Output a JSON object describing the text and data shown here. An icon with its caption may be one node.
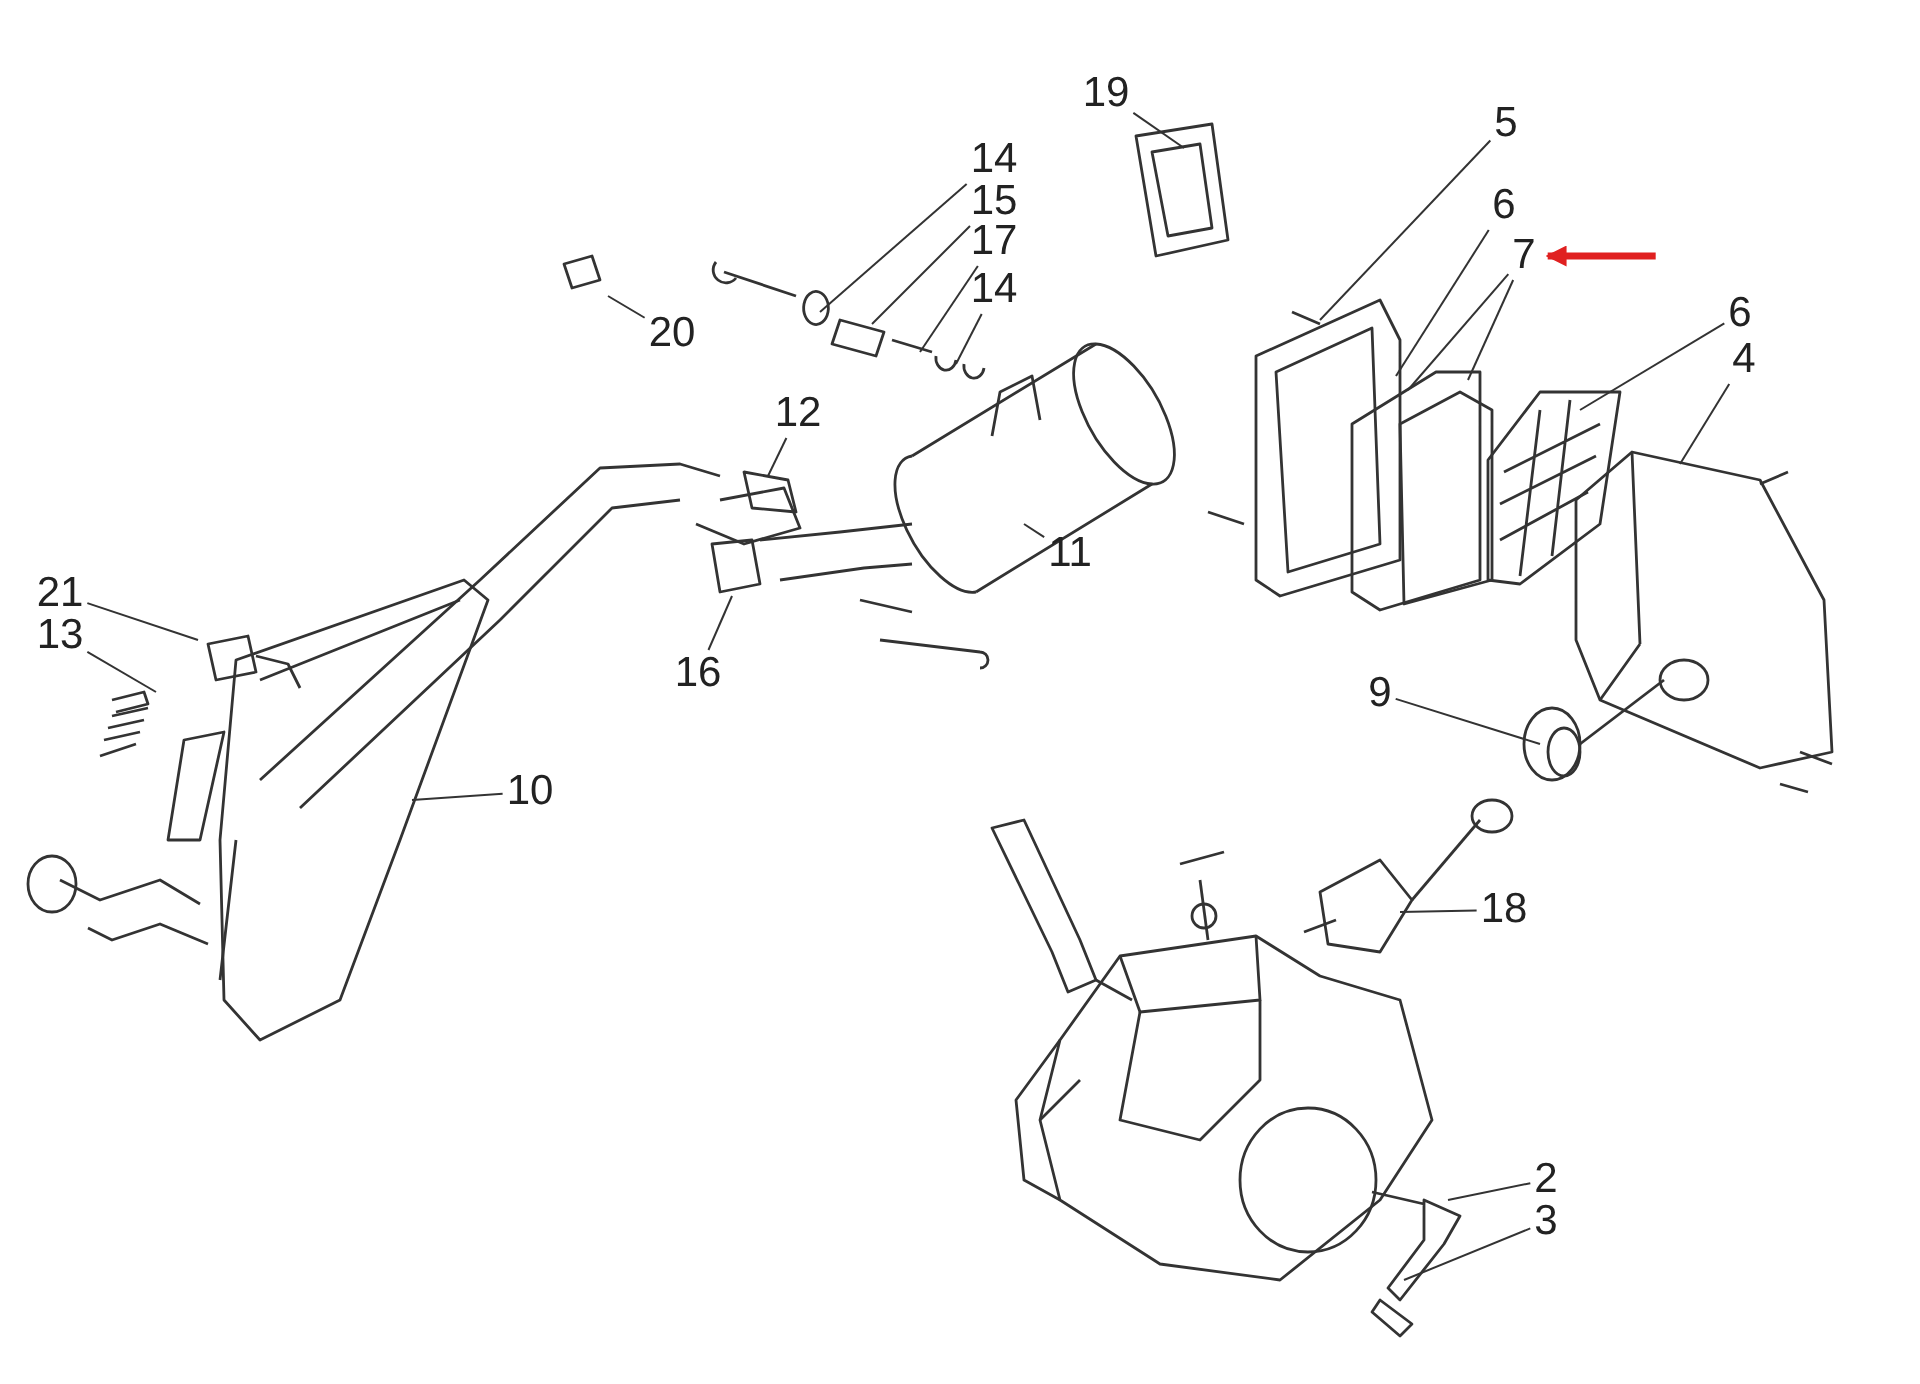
{
  "diagram": {
    "nodes": [
      {
        "text": [
          "19"
        ]
      },
      {
        "text": [
          "5"
        ]
      },
      {
        "text": [
          "6"
        ]
      },
      {
        "text": [
          "7"
        ]
      },
      {
        "text": [
          "6"
        ]
      },
      {
        "text": [
          "4"
        ]
      },
      {
        "text": [
          "9"
        ]
      },
      {
        "text": [
          "18"
        ]
      },
      {
        "text": [
          "2"
        ]
      },
      {
        "text": [
          "3"
        ]
      },
      {
        "text": [
          "14"
        ]
      },
      {
        "text": [
          "15"
        ]
      },
      {
        "text": [
          "17"
        ]
      },
      {
        "text": [
          "14"
        ]
      },
      {
        "text": [
          "20"
        ]
      },
      {
        "text": [
          "12"
        ]
      },
      {
        "text": [
          "11"
        ]
      },
      {
        "text": [
          "16"
        ]
      },
      {
        "text": [
          "21"
        ]
      },
      {
        "text": [
          "13"
        ]
      },
      {
        "text": [
          "10"
        ]
      }
    ],
    "edges": [
      {
        "from": 0,
        "to": null,
        "arrow": "none"
      },
      {
        "from": 1,
        "to": null,
        "arrow": "none"
      },
      {
        "from": 2,
        "to": null,
        "arrow": "none"
      },
      {
        "from": 3,
        "to": null,
        "arrow": "none"
      },
      {
        "from": 3,
        "to": null,
        "arrow": "none"
      },
      {
        "from": 4,
        "to": null,
        "arrow": "none"
      },
      {
        "from": 5,
        "to": null,
        "arrow": "none"
      },
      {
        "from": 6,
        "to": null,
        "arrow": "none"
      },
      {
        "from": 7,
        "to": null,
        "arrow": "none"
      },
      {
        "from": 8,
        "to": null,
        "arrow": "none"
      },
      {
        "from": 9,
        "to": null,
        "arrow": "none"
      },
      {
        "from": 10,
        "to": null,
        "arrow": "none"
      },
      {
        "from": 11,
        "to": null,
        "arrow": "none"
      },
      {
        "from": 12,
        "to": null,
        "arrow": "none"
      },
      {
        "from": 13,
        "to": null,
        "arrow": "none"
      },
      {
        "from": 14,
        "to": null,
        "arrow": "none"
      },
      {
        "from": 15,
        "to": null,
        "arrow": "none"
      },
      {
        "from": 16,
        "to": null,
        "arrow": "none"
      },
      {
        "from": 17,
        "to": null,
        "arrow": "none"
      },
      {
        "from": 18,
        "to": null,
        "arrow": "none"
      },
      {
        "from": 19,
        "to": null,
        "arrow": "none"
      },
      {
        "from": 20,
        "to": null,
        "arrow": "none"
      },
      {
        "from": null,
        "to": 3,
        "arrow": "to",
        "color": "#e02020",
        "style": "thick"
      }
    ]
  }
}
